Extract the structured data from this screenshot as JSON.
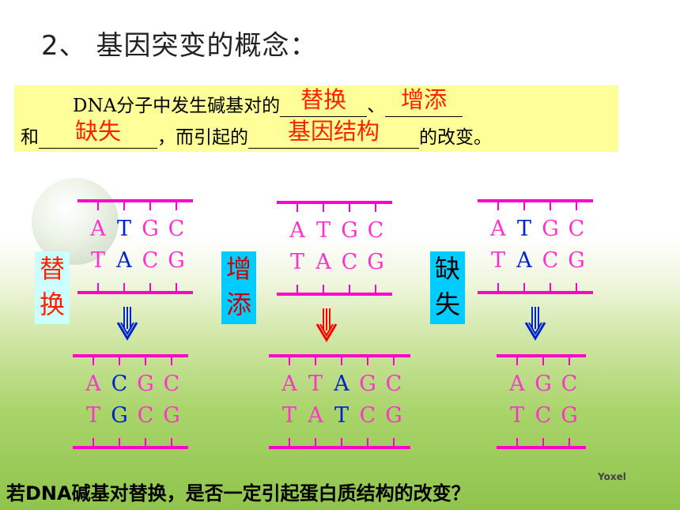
{
  "title": "2、 基因突变的概念：",
  "definition": {
    "line1_pre": "DNA分子中发生碱基对的",
    "blank1": "替换",
    "sep": "、",
    "blank2": "增添",
    "line2_pre": "和",
    "blank3": "缺失",
    "line2_mid": "，而引起的",
    "blank4": "基因结构",
    "line2_end": "的改变。"
  },
  "panels": [
    {
      "label_chars": [
        "替",
        "换"
      ],
      "label_bg": "#ccffff",
      "label_color": "#ff2200",
      "arrow_color": "#0022cc",
      "before": {
        "top": [
          "A",
          "T",
          "G",
          "C"
        ],
        "bottom": [
          "T",
          "A",
          "C",
          "G"
        ],
        "highlight": [
          1
        ]
      },
      "after": {
        "top": [
          "A",
          "C",
          "G",
          "C"
        ],
        "bottom": [
          "T",
          "G",
          "C",
          "G"
        ],
        "highlight": [
          1
        ]
      }
    },
    {
      "label_chars": [
        "增",
        "添"
      ],
      "label_bg": "#00ccff",
      "label_color": "#cc0000",
      "arrow_color": "#ff0000",
      "before": {
        "top": [
          "A",
          "T",
          "G",
          "C"
        ],
        "bottom": [
          "T",
          "A",
          "C",
          "G"
        ],
        "highlight": []
      },
      "after": {
        "top": [
          "A",
          "T",
          "A",
          "G",
          "C"
        ],
        "bottom": [
          "T",
          "A",
          "T",
          "C",
          "G"
        ],
        "highlight": [
          2
        ]
      }
    },
    {
      "label_chars": [
        "缺",
        "失"
      ],
      "label_bg": "#00ccff",
      "label_color": "#000000",
      "arrow_color": "#0022cc",
      "before": {
        "top": [
          "A",
          "T",
          "G",
          "C"
        ],
        "bottom": [
          "T",
          "A",
          "C",
          "G"
        ],
        "highlight": [
          1
        ]
      },
      "after": {
        "top": [
          "A",
          "G",
          "C"
        ],
        "bottom": [
          "T",
          "C",
          "G"
        ],
        "highlight": []
      }
    }
  ],
  "question": "若DNA碱基对替换，是否一定引起蛋白质结构的改变？",
  "watermark": "Yoxel"
}
